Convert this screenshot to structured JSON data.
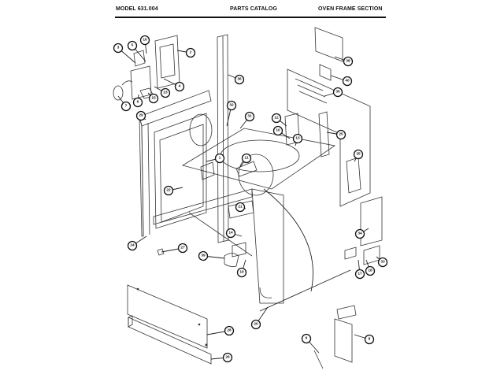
{
  "header": {
    "model": "MODEL 631.004",
    "catalog": "PARTS CATALOG",
    "section": "OVEN FRAME SECTION"
  },
  "callouts": [
    {
      "id": "c3",
      "label": "3"
    },
    {
      "id": "c5",
      "label": "5"
    },
    {
      "id": "c16",
      "label": "16"
    },
    {
      "id": "c2",
      "label": "2"
    },
    {
      "id": "c4",
      "label": "4"
    },
    {
      "id": "c23",
      "label": "23"
    },
    {
      "id": "c15",
      "label": "15"
    },
    {
      "id": "c6",
      "label": "6"
    },
    {
      "id": "c7",
      "label": "7"
    },
    {
      "id": "c29",
      "label": "29"
    },
    {
      "id": "c36",
      "label": "36"
    },
    {
      "id": "c32",
      "label": "32"
    },
    {
      "id": "c31",
      "label": "31"
    },
    {
      "id": "c1",
      "label": "1"
    },
    {
      "id": "c11",
      "label": "11"
    },
    {
      "id": "c30",
      "label": "30"
    },
    {
      "id": "c38",
      "label": "38"
    },
    {
      "id": "c40",
      "label": "40"
    },
    {
      "id": "c20",
      "label": "20"
    },
    {
      "id": "c12",
      "label": "12"
    },
    {
      "id": "c10",
      "label": "10"
    },
    {
      "id": "c13",
      "label": "13"
    },
    {
      "id": "c25",
      "label": "25"
    },
    {
      "id": "c35",
      "label": "35"
    },
    {
      "id": "c21",
      "label": "21"
    },
    {
      "id": "c14",
      "label": "14"
    },
    {
      "id": "c34",
      "label": "34"
    },
    {
      "id": "c39",
      "label": "39"
    },
    {
      "id": "c27",
      "label": "27"
    },
    {
      "id": "c19",
      "label": "19"
    },
    {
      "id": "c17",
      "label": "17"
    },
    {
      "id": "c18",
      "label": "18"
    },
    {
      "id": "c28",
      "label": "28"
    },
    {
      "id": "c26",
      "label": "26"
    },
    {
      "id": "c9",
      "label": "9"
    },
    {
      "id": "c8",
      "label": "8"
    },
    {
      "id": "c33",
      "label": "33"
    },
    {
      "id": "c22",
      "label": "22"
    },
    {
      "id": "c24",
      "label": "24"
    }
  ]
}
